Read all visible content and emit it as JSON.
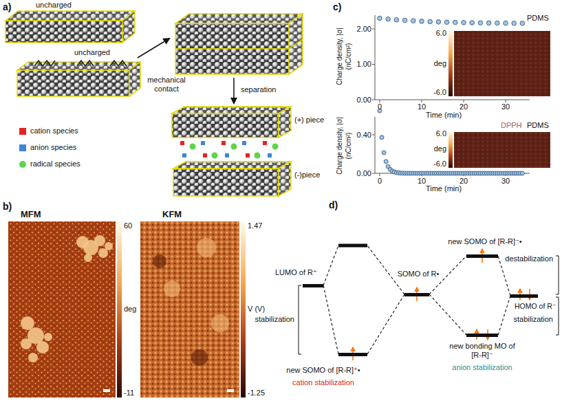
{
  "diagram": {
    "nodes": [
      {
        "text": [
          "LUMO of R⁺"
        ]
      },
      {
        "text": [
          "new SOMO of [R-R]⁺•"
        ]
      },
      {
        "text": [
          "SOMO of R•"
        ]
      },
      {
        "text": [
          "new SOMO of [R-R]⁻•"
        ]
      },
      {
        "text": [
          "new bonding MO of [R-R]⁻"
        ]
      },
      {
        "text": [
          "HOMO of R⁻"
        ]
      }
    ],
    "edges": [
      {
        "from": 0,
        "to": 1,
        "arrow": "none"
      },
      {
        "from": 2,
        "to": 1,
        "arrow": "none"
      },
      {
        "from": 2,
        "to": 3,
        "arrow": "none"
      },
      {
        "from": 2,
        "to": 4,
        "arrow": "none"
      },
      {
        "from": 5,
        "to": 3,
        "arrow": "none"
      },
      {
        "from": 5,
        "to": 4,
        "arrow": "none"
      }
    ],
    "labels": [
      "a)",
      "uncharged",
      "uncharged",
      "mechanical contact",
      "separation",
      "(+) piece",
      "(-)piece",
      "b)",
      "MFM",
      "KFM",
      "60",
      "deg",
      "-11",
      "1.47",
      "V (V)",
      "-1.25",
      "c)",
      "PDMS",
      "Charge density, |σ|",
      "(nC/cm²)",
      "2.00",
      "1.00",
      "0.00",
      "6.0",
      "deg",
      "-6.0",
      "0",
      "10",
      "20",
      "30",
      "Time (min)",
      "DPPH",
      "PDMS",
      "Charge density, |σ|",
      "(nC/cm²)",
      "0.40",
      "0.00",
      "6.0",
      "deg",
      "-6.0",
      "0",
      "10",
      "20",
      "30",
      "Time (min)",
      "d)",
      "stabilization",
      "cation stabilization",
      "anion stabilization",
      "destabilization",
      "stabilization"
    ],
    "legend": [
      {
        "text": "cation species",
        "color": "#e8221e"
      },
      {
        "text": "anion species",
        "color": "#3d86d8"
      },
      {
        "text": "radical species",
        "color": "#5fd34a"
      }
    ]
  }
}
